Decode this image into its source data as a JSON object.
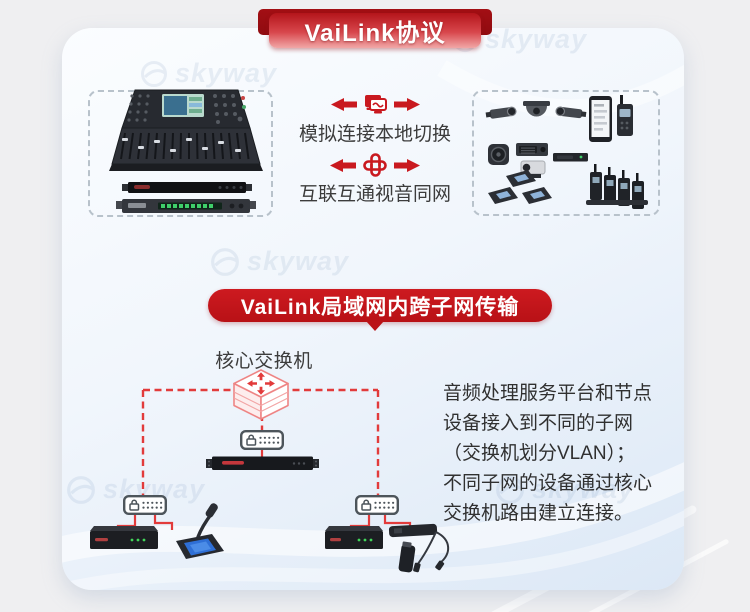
{
  "colors": {
    "accent_red": "#c4161c",
    "ribbon_red_dark": "#a30f14",
    "connection_red": "#e23b3b",
    "switch_outline_pink": "#ee8585",
    "icon_gray": "#4d555b",
    "text_dark": "#3c3c3c",
    "card_blue": "#dce8f6"
  },
  "banner_protocol": {
    "label": "VaiLink协议"
  },
  "feature_rows": [
    {
      "icon": "screen-switch-icon",
      "label": "模拟连接本地切换"
    },
    {
      "icon": "interlink-icon",
      "label": "互联互通视音同网"
    }
  ],
  "banner_subnet": {
    "label": "VaiLink局域网内跨子网传输"
  },
  "diagram": {
    "core_switch_label": "核心交换机",
    "nodes": [
      "core-switch",
      "subnet-switch-center",
      "subnet-switch-left",
      "subnet-switch-right",
      "audio-processing-server",
      "node-device-left",
      "conference-microphone",
      "node-device-right",
      "usb-adapter-cables"
    ]
  },
  "left_box_devices": [
    "mixing-console",
    "rack-unit-1",
    "rack-unit-2"
  ],
  "right_box_devices": [
    "bullet-camera",
    "dome-camera",
    "bullet-camera-2",
    "smartphone",
    "handheld-radio",
    "speaker",
    "interpreter-unit",
    "ptz-camera",
    "dvr",
    "ip-phones",
    "walkie-talkies"
  ],
  "description_lines": [
    "音频处理服务平台和节点",
    "设备接入到不同的子网",
    "（交换机划分VLAN）；",
    "不同子网的设备通过核心",
    "交换机路由建立连接。"
  ],
  "watermark_text": "skyway"
}
